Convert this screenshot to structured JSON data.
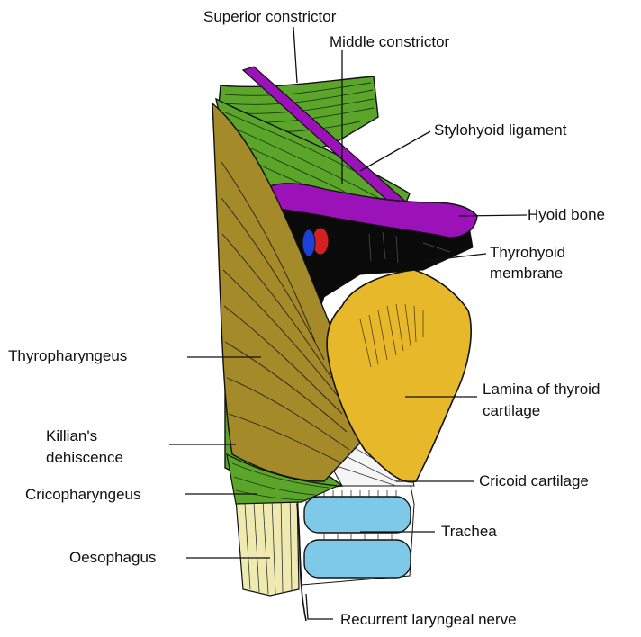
{
  "labels": {
    "superior_constrictor": "Superior constrictor",
    "middle_constrictor": "Middle constrictor",
    "stylohyoid_ligament": "Stylohyoid ligament",
    "hyoid_bone": "Hyoid bone",
    "thyrohyoid_membrane_1": "Thyrohyoid",
    "thyrohyoid_membrane_2": "membrane",
    "thyropharyngeus": "Thyropharyngeus",
    "lamina_1": "Lamina of thyroid",
    "lamina_2": "cartilage",
    "killians_1": "Killian's",
    "killians_2": "dehiscence",
    "cricoid_cartilage": "Cricoid cartilage",
    "cricopharyngeus": "Cricopharyngeus",
    "trachea": "Trachea",
    "oesophagus": "Oesophagus",
    "recurrent_laryngeal_nerve": "Recurrent laryngeal nerve"
  },
  "colors": {
    "constrictor_green": "#5aa52a",
    "thyropharyngeus_olive": "#a58a2a",
    "hyoid_purple": "#9a12b8",
    "membrane_black": "#0a0a0a",
    "thyroid_yellow": "#e6b82a",
    "trachea_blue": "#7ec9e8",
    "oesophagus_cream": "#efeab0",
    "vessel_red": "#d42020",
    "vessel_blue": "#1e3fd8",
    "outline": "#111111"
  }
}
